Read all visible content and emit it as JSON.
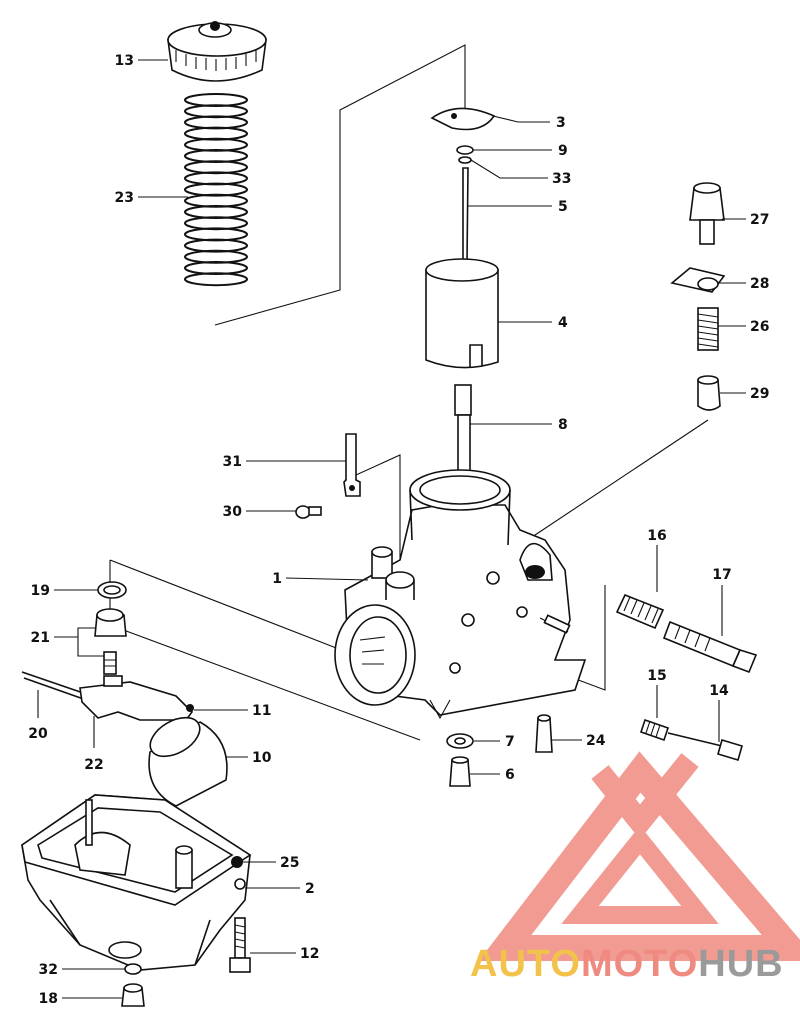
{
  "parts": {
    "p1": "1",
    "p2": "2",
    "p3": "3",
    "p4": "4",
    "p5": "5",
    "p6": "6",
    "p7": "7",
    "p8": "8",
    "p9": "9",
    "p10": "10",
    "p11": "11",
    "p12": "12",
    "p13": "13",
    "p14": "14",
    "p15": "15",
    "p16": "16",
    "p17": "17",
    "p18": "18",
    "p19": "19",
    "p20": "20",
    "p21": "21",
    "p22": "22",
    "p23": "23",
    "p24": "24",
    "p25": "25",
    "p26": "26",
    "p27": "27",
    "p28": "28",
    "p29": "29",
    "p30": "30",
    "p31": "31",
    "p32": "32",
    "p33": "33"
  },
  "watermark": {
    "auto": "AUTO",
    "moto": "MOTO",
    "hub": "HUB",
    "colors": {
      "auto": "#f3c24a",
      "moto": "#ef8a80",
      "hub": "#9a9a9a",
      "triangle": "#ef8a80"
    }
  }
}
